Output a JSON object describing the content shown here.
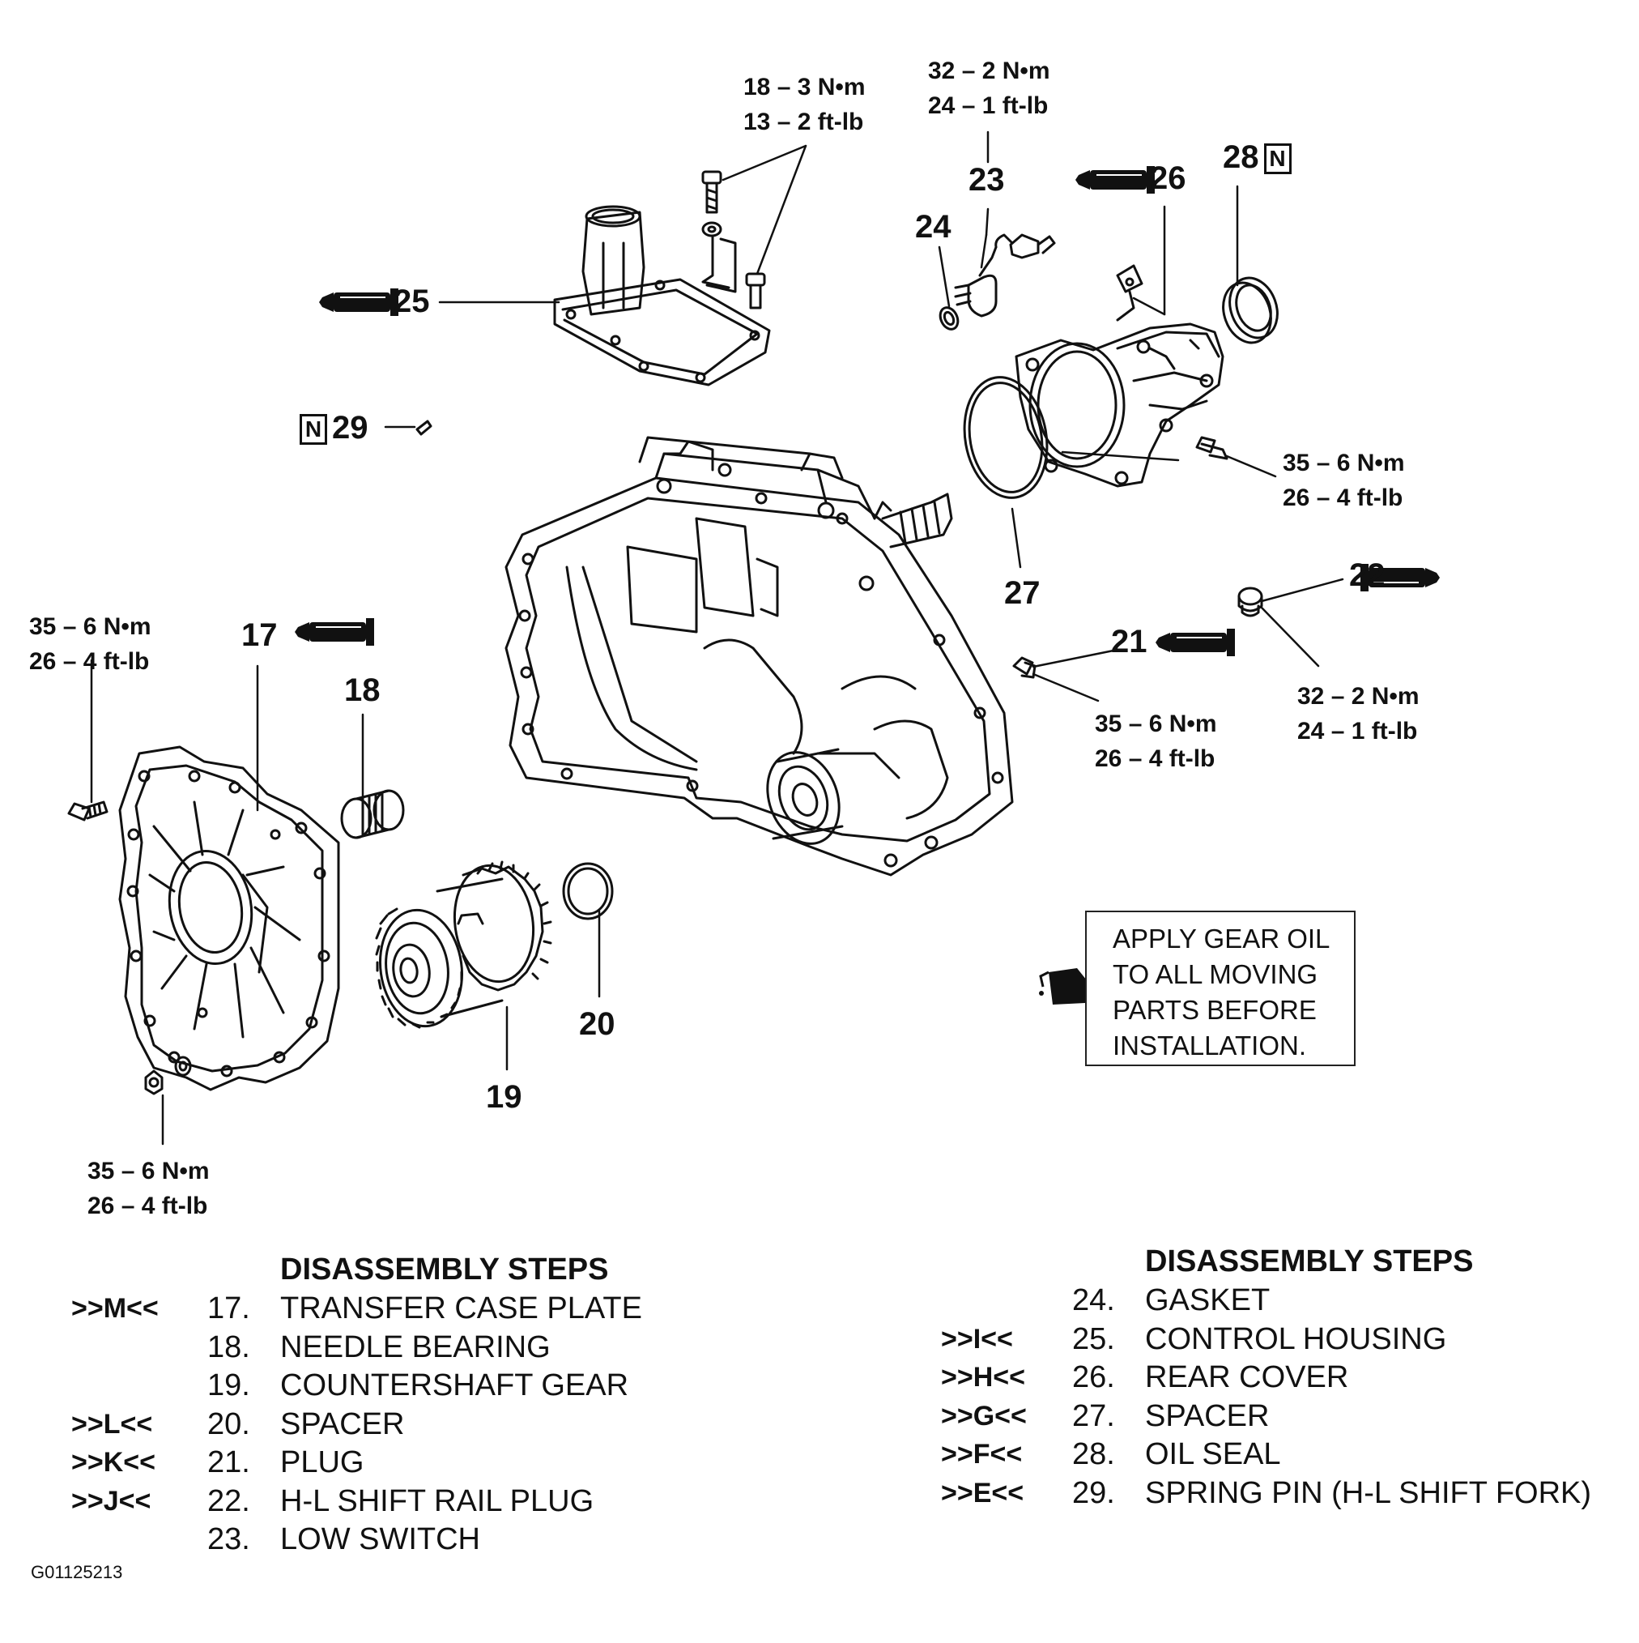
{
  "callouts": {
    "p17": "17",
    "p18": "18",
    "p19": "19",
    "p20": "20",
    "p21": "21",
    "p22": "22",
    "p23": "23",
    "p24": "24",
    "p25": "25",
    "p26": "26",
    "p27": "27",
    "p28": "28",
    "p29": "29",
    "new_part_mark": "N"
  },
  "torque": {
    "t_top_bolts": [
      "18 – 3 N•m",
      "13 – 2 ft-lb"
    ],
    "t_low_switch": [
      "32 – 2 N•m",
      "24 – 1 ft-lb"
    ],
    "t_rear_cover": [
      "35 – 6 N•m",
      "26 – 4 ft-lb"
    ],
    "t_plug22": [
      "32 – 2 N•m",
      "24 – 1 ft-lb"
    ],
    "t_plug21": [
      "35 – 6 N•m",
      "26 – 4 ft-lb"
    ],
    "t_plate_bolt": [
      "35 – 6 N•m",
      "26 – 4 ft-lb"
    ],
    "t_plate_nut": [
      "35 – 6 N•m",
      "26 – 4 ft-lb"
    ]
  },
  "note": {
    "lines": [
      "APPLY GEAR OIL",
      "TO ALL MOVING",
      "PARTS BEFORE",
      "INSTALLATION."
    ],
    "icon": "oil-can-icon"
  },
  "steps_left": {
    "heading": "DISASSEMBLY STEPS",
    "rows": [
      {
        "tag": ">>M<<",
        "num": "17.",
        "text": "TRANSFER CASE PLATE"
      },
      {
        "tag": "",
        "num": "18.",
        "text": "NEEDLE BEARING"
      },
      {
        "tag": "",
        "num": "19.",
        "text": "COUNTERSHAFT GEAR"
      },
      {
        "tag": ">>L<<",
        "num": "20.",
        "text": "SPACER"
      },
      {
        "tag": ">>K<<",
        "num": "21.",
        "text": "PLUG"
      },
      {
        "tag": ">>J<<",
        "num": "22.",
        "text": "H-L SHIFT RAIL PLUG"
      },
      {
        "tag": "",
        "num": "23.",
        "text": "LOW SWITCH"
      }
    ]
  },
  "steps_right": {
    "heading": "DISASSEMBLY STEPS",
    "rows": [
      {
        "tag": "",
        "num": "24.",
        "text": "GASKET"
      },
      {
        "tag": ">>I<<",
        "num": "25.",
        "text": "CONTROL HOUSING"
      },
      {
        "tag": ">>H<<",
        "num": "26.",
        "text": "REAR COVER"
      },
      {
        "tag": ">>G<<",
        "num": "27.",
        "text": "SPACER"
      },
      {
        "tag": ">>F<<",
        "num": "28.",
        "text": "OIL SEAL"
      },
      {
        "tag": ">>E<<",
        "num": "29.",
        "text": "SPRING PIN (H-L SHIFT FORK)"
      }
    ]
  },
  "figure_code": "G01125213"
}
